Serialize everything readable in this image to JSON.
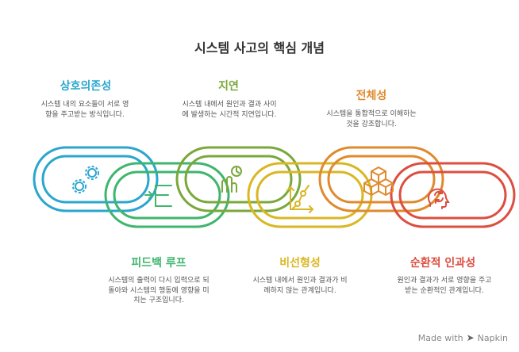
{
  "title": "시스템 사고의 핵심 개념",
  "concepts": [
    {
      "heading": "상호의존성",
      "text": "시스템 내의 요소들이 서로 영향을 주고받는 방식입니다.",
      "color": "#2aa6cf",
      "icon": "gears-icon"
    },
    {
      "heading": "피드백 루프",
      "text": "시스템의 출력이 다시 입력으로 되돌아와 시스템의 행동에 영향을 미치는 구조입니다.",
      "color": "#3fb56d",
      "icon": "feedback-arrow-icon"
    },
    {
      "heading": "지연",
      "text": "시스템 내에서 원인과 결과 사이에 발생하는 시간적 지연입니다.",
      "color": "#7aa83a",
      "icon": "delay-hand-icon"
    },
    {
      "heading": "비선형성",
      "text": "시스템 내에서 원인과 결과가 비례하지 않는 관계입니다.",
      "color": "#d9b724",
      "icon": "nonlinear-graph-icon"
    },
    {
      "heading": "전체성",
      "text": "시스템을 통합적으로 이해하는 것을 강조합니다.",
      "color": "#e08a2e",
      "icon": "cubes-icon"
    },
    {
      "heading": "순환적 인과성",
      "text": "원인과 결과가 서로 영향을 주고받는 순환적인 관계입니다.",
      "color": "#dc4e41",
      "icon": "circular-head-icon"
    }
  ],
  "footer": {
    "made_with": "Made with",
    "brand": "Napkin"
  }
}
